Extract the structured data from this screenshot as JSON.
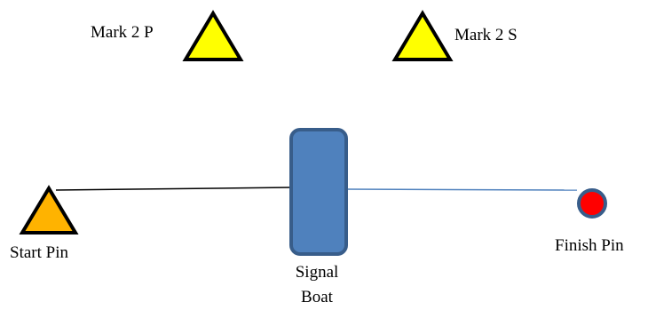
{
  "labels": {
    "mark2p": "Mark 2 P",
    "mark2s": "Mark 2 S",
    "start_pin": "Start Pin",
    "finish_pin": "Finish Pin",
    "signal_boat_line1": "Signal",
    "signal_boat_line2": "Boat"
  },
  "colors": {
    "mark_fill": "#ffff00",
    "start_pin_fill": "#ffb300",
    "signal_boat_fill": "#4f81bd",
    "signal_boat_stroke": "#385d8a",
    "finish_pin_fill": "#ff0000",
    "finish_pin_stroke": "#385d8a",
    "start_line": "#000000",
    "finish_line": "#4f81bd"
  }
}
